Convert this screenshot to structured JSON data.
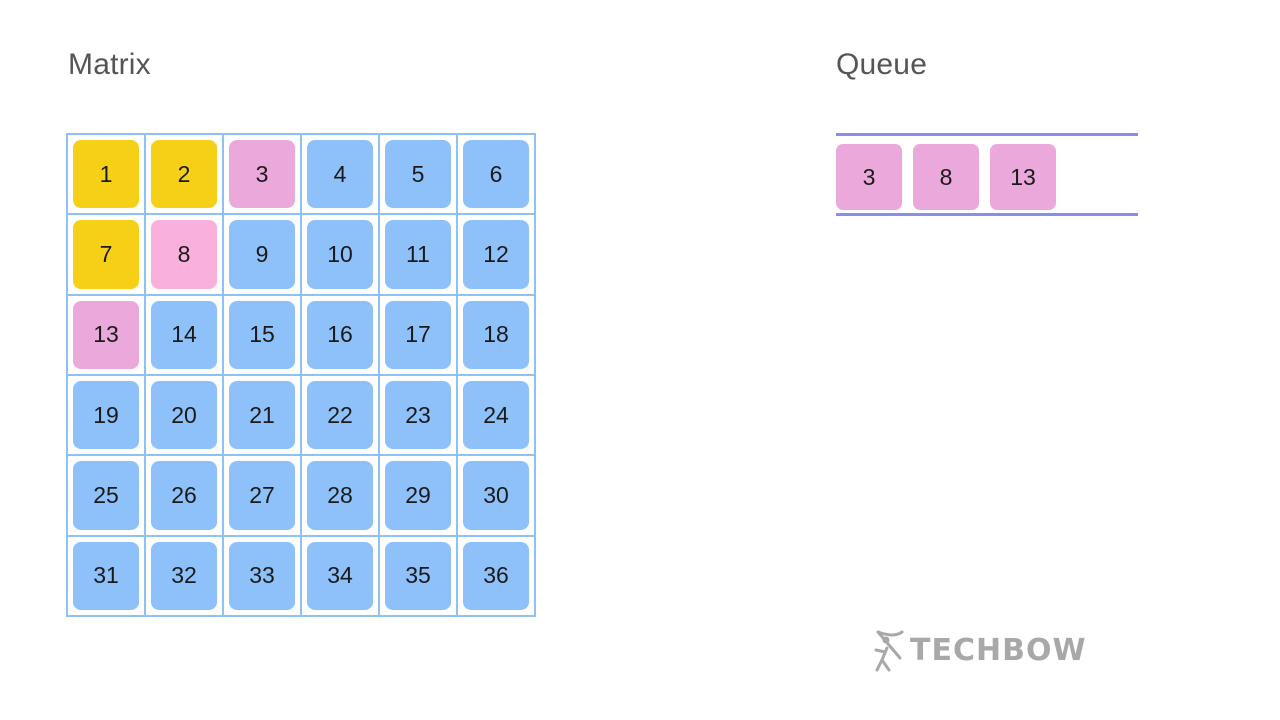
{
  "matrix": {
    "title": "Matrix",
    "rows": 6,
    "cols": 6,
    "colors": {
      "default": "#8ec1fa",
      "visited": "#f5d016",
      "queued": "#eba8db",
      "current": "#f9b0dd"
    },
    "cells": [
      {
        "value": "1",
        "state": "visited"
      },
      {
        "value": "2",
        "state": "visited"
      },
      {
        "value": "3",
        "state": "queued"
      },
      {
        "value": "4",
        "state": "default"
      },
      {
        "value": "5",
        "state": "default"
      },
      {
        "value": "6",
        "state": "default"
      },
      {
        "value": "7",
        "state": "visited"
      },
      {
        "value": "8",
        "state": "current"
      },
      {
        "value": "9",
        "state": "default"
      },
      {
        "value": "10",
        "state": "default"
      },
      {
        "value": "11",
        "state": "default"
      },
      {
        "value": "12",
        "state": "default"
      },
      {
        "value": "13",
        "state": "queued"
      },
      {
        "value": "14",
        "state": "default"
      },
      {
        "value": "15",
        "state": "default"
      },
      {
        "value": "16",
        "state": "default"
      },
      {
        "value": "17",
        "state": "default"
      },
      {
        "value": "18",
        "state": "default"
      },
      {
        "value": "19",
        "state": "default"
      },
      {
        "value": "20",
        "state": "default"
      },
      {
        "value": "21",
        "state": "default"
      },
      {
        "value": "22",
        "state": "default"
      },
      {
        "value": "23",
        "state": "default"
      },
      {
        "value": "24",
        "state": "default"
      },
      {
        "value": "25",
        "state": "default"
      },
      {
        "value": "26",
        "state": "default"
      },
      {
        "value": "27",
        "state": "default"
      },
      {
        "value": "28",
        "state": "default"
      },
      {
        "value": "29",
        "state": "default"
      },
      {
        "value": "30",
        "state": "default"
      },
      {
        "value": "31",
        "state": "default"
      },
      {
        "value": "32",
        "state": "default"
      },
      {
        "value": "33",
        "state": "default"
      },
      {
        "value": "34",
        "state": "default"
      },
      {
        "value": "35",
        "state": "default"
      },
      {
        "value": "36",
        "state": "default"
      }
    ]
  },
  "queue": {
    "title": "Queue",
    "border_color": "#8b8cf0",
    "item_color": "#eba8db",
    "items": [
      "3",
      "8",
      "13"
    ]
  },
  "logo": {
    "icon": "archer-icon",
    "text": "TECHBOW",
    "color": "#a8a8a8"
  }
}
